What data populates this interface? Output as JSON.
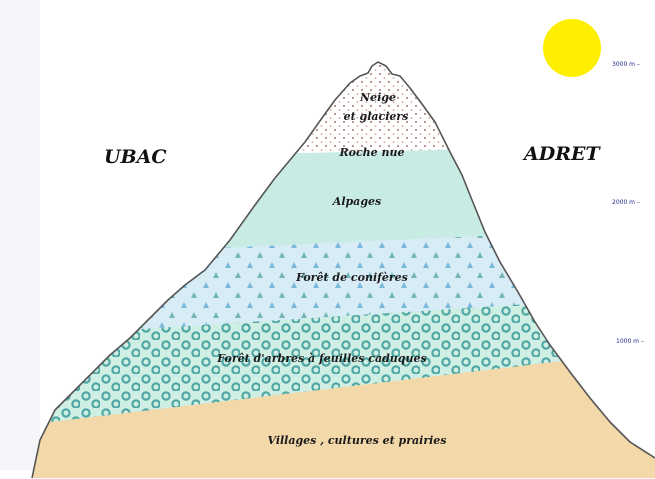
{
  "sides": {
    "left": "UBAC",
    "right": "ADRET"
  },
  "zones": {
    "snow": {
      "line1": "Neige",
      "line2": "et glaciers"
    },
    "rock": "Roche nue",
    "pasture": "Alpages",
    "conifers": "Forêt de conifères",
    "deciduous": "Forêt d'arbres à feuilles caduques",
    "villages": "Villages , cultures et prairies"
  },
  "altitudes": [
    "3000 m –",
    "2000 m –",
    "1000 m –"
  ],
  "colors": {
    "sun": "#ffee00",
    "sand": "#f3d8a9",
    "mint": "#c8ece4",
    "pale_blue": "#d8ecf6",
    "teal_dots": "#3b9b98",
    "blue_dots": "#6ab0d8",
    "rock_dots": "#9c6a5a",
    "outline": "#555555",
    "altitude_text": "#1f2a8a"
  }
}
